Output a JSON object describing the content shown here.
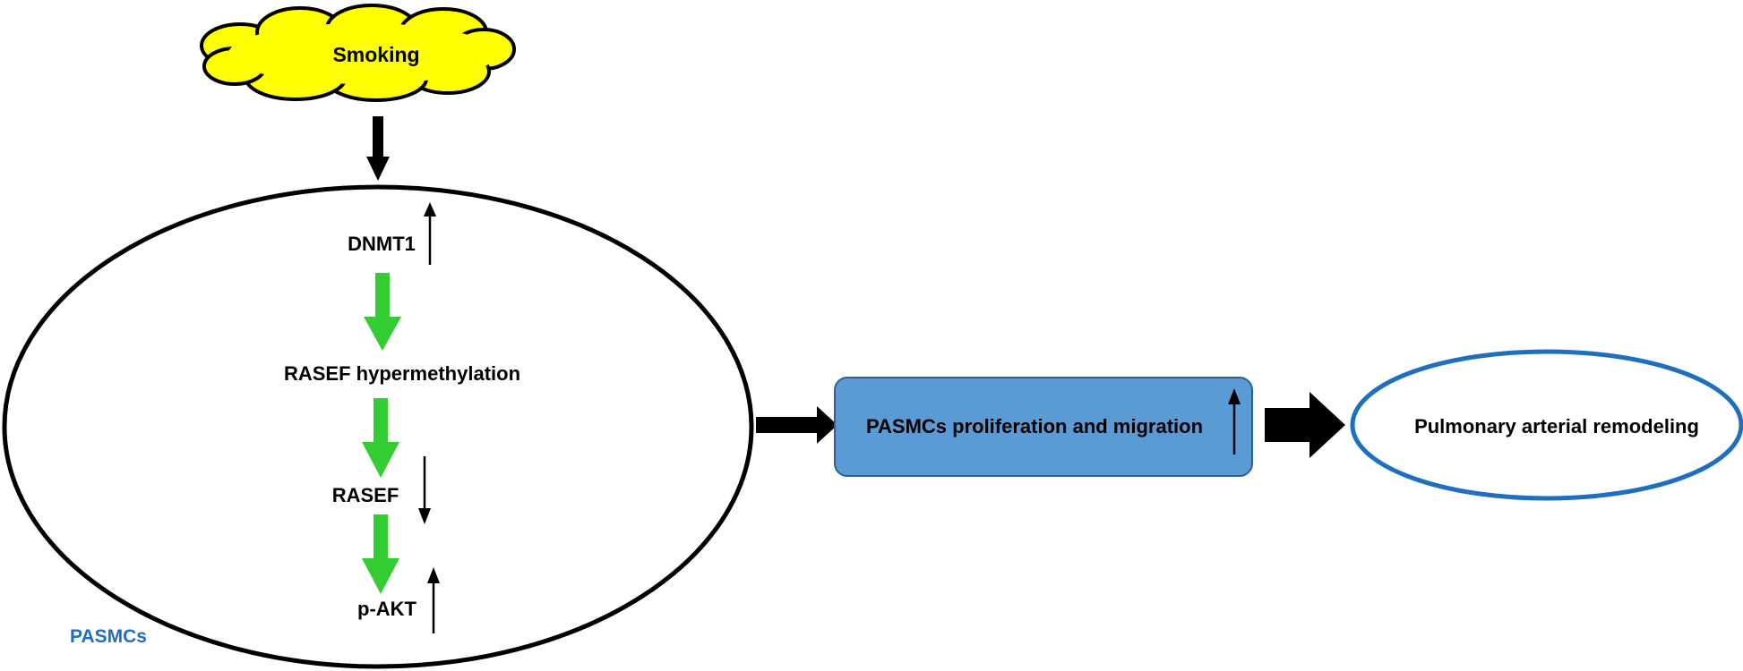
{
  "trigger": {
    "label": "Smoking",
    "fill_color": "#ffff00"
  },
  "cell": {
    "label": "PASMCs",
    "label_color": "#1f6fbf",
    "steps": [
      {
        "label": "DNMT1",
        "change": "up"
      },
      {
        "label": "RASEF hypermethylation",
        "change": "none"
      },
      {
        "label": "RASEF",
        "change": "down"
      },
      {
        "label": "p-AKT",
        "change": "up"
      }
    ],
    "step_arrow_color": "#33cc33"
  },
  "outcome": {
    "label": "PASMCs proliferation and migration",
    "change": "up",
    "fill_color": "#5b9bd5"
  },
  "result": {
    "label": "Pulmonary arterial remodeling",
    "border_color": "#1f6fbf"
  }
}
